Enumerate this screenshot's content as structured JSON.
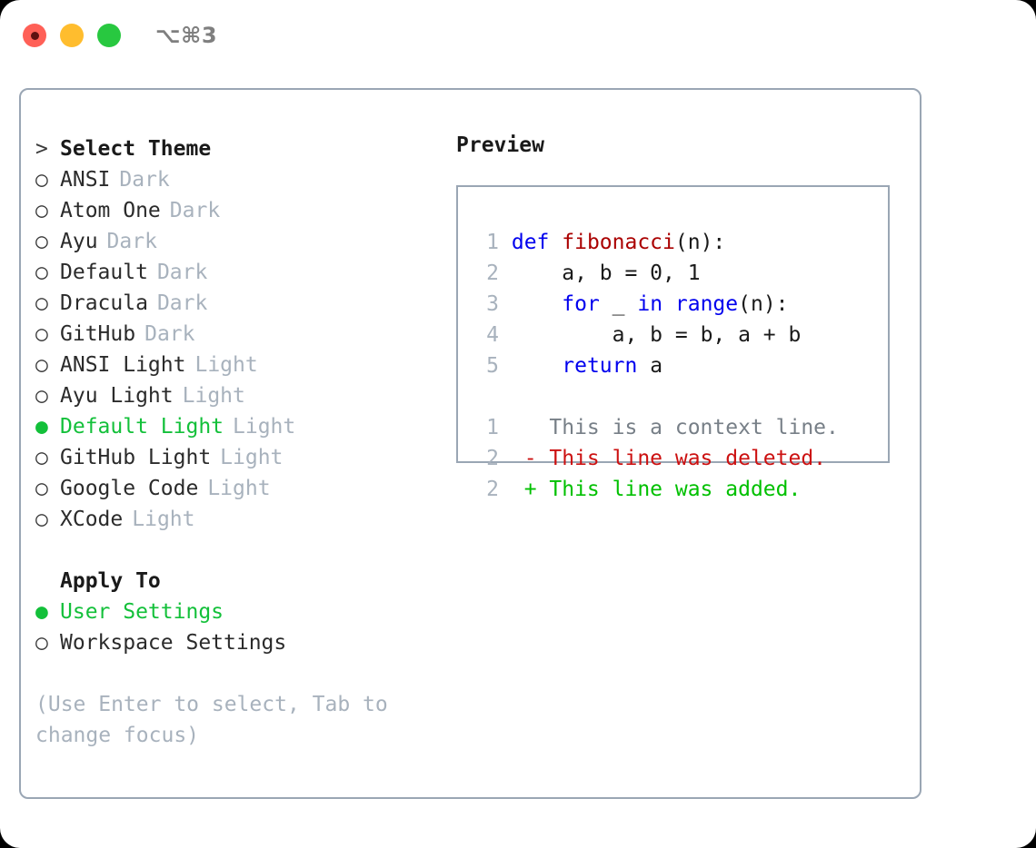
{
  "window": {
    "shortcut": "⌥⌘3",
    "traffic_lights": [
      {
        "name": "close",
        "color": "#ff6057"
      },
      {
        "name": "minimize",
        "color": "#ffbd2e"
      },
      {
        "name": "maximize",
        "color": "#28c840"
      }
    ]
  },
  "theme_picker": {
    "header_marker": ">",
    "header": "Select Theme",
    "unselected_marker": "○",
    "selected_marker": "●",
    "items": [
      {
        "marker": "○",
        "name": "ANSI",
        "tag": "Dark",
        "selected": false
      },
      {
        "marker": "○",
        "name": "Atom One",
        "tag": "Dark",
        "selected": false
      },
      {
        "marker": "○",
        "name": "Ayu",
        "tag": "Dark",
        "selected": false
      },
      {
        "marker": "○",
        "name": "Default",
        "tag": "Dark",
        "selected": false
      },
      {
        "marker": "○",
        "name": "Dracula",
        "tag": "Dark",
        "selected": false
      },
      {
        "marker": "○",
        "name": "GitHub",
        "tag": "Dark",
        "selected": false
      },
      {
        "marker": "○",
        "name": "ANSI Light",
        "tag": "Light",
        "selected": false
      },
      {
        "marker": "○",
        "name": "Ayu Light",
        "tag": "Light",
        "selected": false
      },
      {
        "marker": "●",
        "name": "Default Light",
        "tag": "Light",
        "selected": true
      },
      {
        "marker": "○",
        "name": "GitHub Light",
        "tag": "Light",
        "selected": false
      },
      {
        "marker": "○",
        "name": "Google Code",
        "tag": "Light",
        "selected": false
      },
      {
        "marker": "○",
        "name": "XCode",
        "tag": "Light",
        "selected": false
      }
    ]
  },
  "apply_to": {
    "header": "Apply To",
    "items": [
      {
        "marker": "●",
        "name": "User Settings",
        "selected": true
      },
      {
        "marker": "○",
        "name": "Workspace Settings",
        "selected": false
      }
    ]
  },
  "hint": "(Use Enter to select, Tab to change focus)",
  "preview": {
    "title": "Preview",
    "code_lines": [
      {
        "no": "1",
        "segments": [
          {
            "t": "def ",
            "c": "kw"
          },
          {
            "t": "fibonacci",
            "c": "fn"
          },
          {
            "t": "(n):",
            "c": "plain"
          }
        ]
      },
      {
        "no": "2",
        "segments": [
          {
            "t": "    a, b = 0, 1",
            "c": "plain"
          }
        ]
      },
      {
        "no": "3",
        "segments": [
          {
            "t": "    ",
            "c": "plain"
          },
          {
            "t": "for",
            "c": "kw"
          },
          {
            "t": " _ ",
            "c": "plain"
          },
          {
            "t": "in range",
            "c": "kw"
          },
          {
            "t": "(n):",
            "c": "plain"
          }
        ]
      },
      {
        "no": "4",
        "segments": [
          {
            "t": "        a, b = b, a + b",
            "c": "plain"
          }
        ]
      },
      {
        "no": "5",
        "segments": [
          {
            "t": "    ",
            "c": "plain"
          },
          {
            "t": "return",
            "c": "kw"
          },
          {
            "t": " a",
            "c": "plain"
          }
        ]
      }
    ],
    "diff_lines": [
      {
        "no": "1",
        "sign": " ",
        "text": "  This is a context line.",
        "kind": "ctx"
      },
      {
        "no": "2",
        "sign": "-",
        "text": "- This line was deleted.",
        "kind": "del"
      },
      {
        "no": "2",
        "sign": "+",
        "text": "+ This line was added.",
        "kind": "add"
      }
    ]
  },
  "colors": {
    "accent_green": "#13c03a",
    "muted": "#a8b2bd",
    "keyword_blue": "#0000ee",
    "function_red": "#aa0000",
    "diff_add": "#00c000",
    "diff_del": "#cc1111",
    "border": "#9aa6b4"
  }
}
